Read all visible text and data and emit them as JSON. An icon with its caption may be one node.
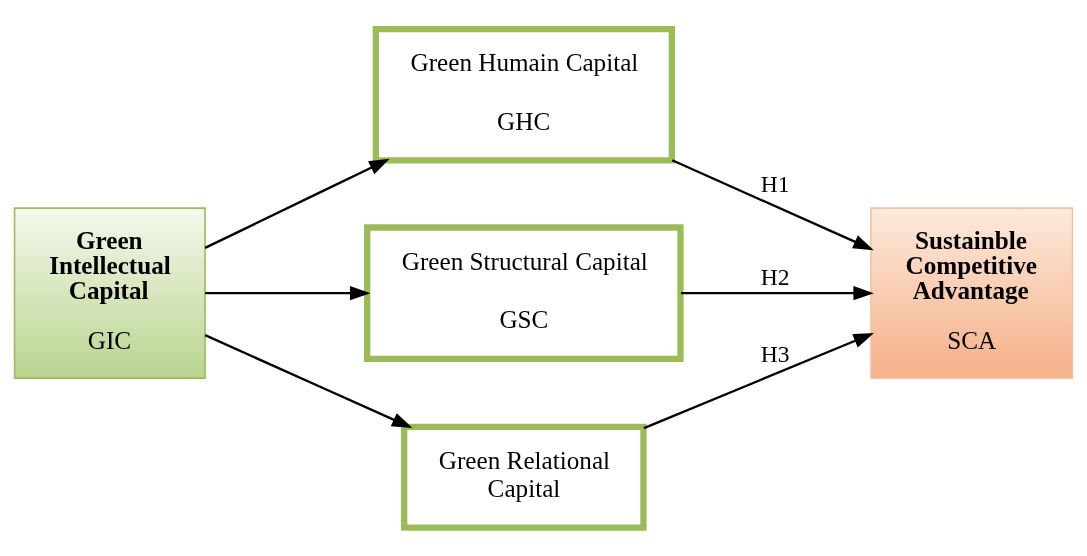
{
  "diagram": {
    "nodes": [
      {
        "text": [
          "Green Intellectual Capital",
          "GIC"
        ]
      },
      {
        "text": [
          "Green Humain Capital",
          "GHC"
        ]
      },
      {
        "text": [
          "Green Structural Capital",
          "GSC"
        ]
      },
      {
        "text": [
          "Green Relational Capital"
        ]
      },
      {
        "text": [
          "Sustainble Competitive Advantage",
          "SCA"
        ]
      }
    ],
    "edges": [
      {
        "from": 0,
        "to": 1,
        "arrow": "to"
      },
      {
        "from": 0,
        "to": 2,
        "arrow": "to"
      },
      {
        "from": 0,
        "to": 3,
        "arrow": "to"
      },
      {
        "from": 1,
        "to": 4,
        "arrow": "to",
        "label": "H1"
      },
      {
        "from": 2,
        "to": 4,
        "arrow": "to",
        "label": "H2"
      },
      {
        "from": 3,
        "to": 4,
        "arrow": "to",
        "label": "H3"
      }
    ]
  }
}
